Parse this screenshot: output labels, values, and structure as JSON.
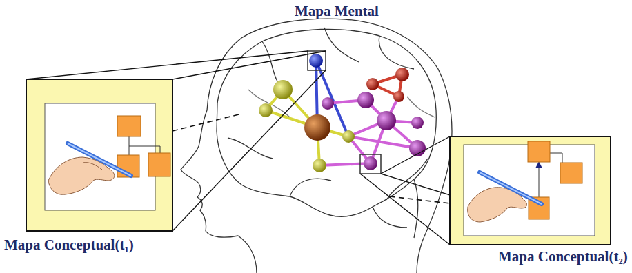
{
  "diagram": {
    "title": "Mapa Mental",
    "labels": [
      "Mapa Conceptual(t₁)",
      "Mapa Conceptual(t₂)"
    ]
  }
}
